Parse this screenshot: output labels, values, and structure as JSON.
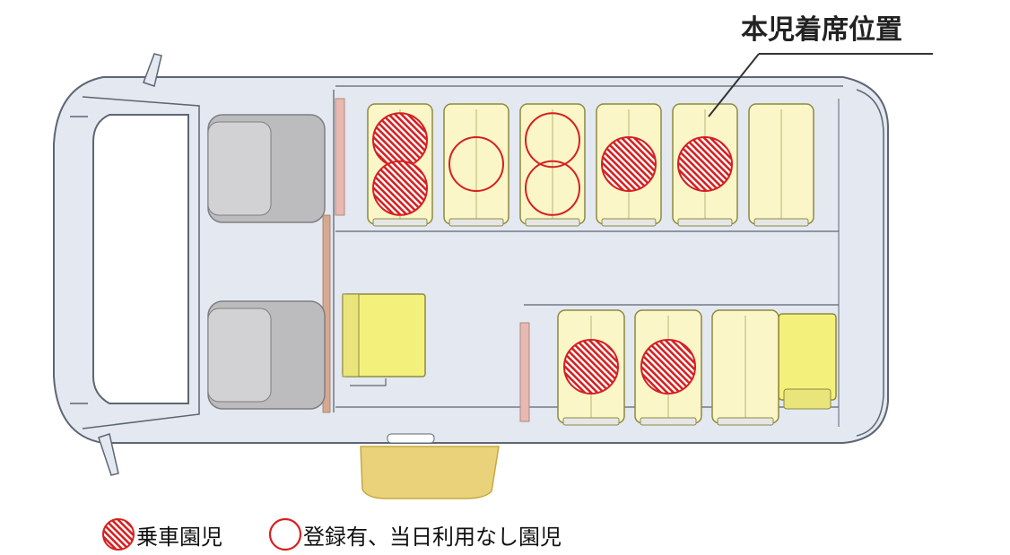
{
  "callout_label": "本児着席位置",
  "legend": [
    {
      "label": "乗車園児",
      "marker": "hatched-circle",
      "color": "#d62020"
    },
    {
      "label": "登録有、当日利用なし園児",
      "marker": "open-circle",
      "color": "#d62020"
    }
  ],
  "colors": {
    "body": "#e3e8f1",
    "outline": "#5d6672",
    "seat": "#fbf6c8",
    "seat_bright": "#f4f07c",
    "door": "#e9d27a",
    "driver_seat": "#bcbcbe",
    "partition": "#e8b9b0",
    "marker": "#d62020"
  },
  "seat_rows": {
    "rear_bench_row": [
      {
        "seat": 1,
        "markers": [
          "hatched",
          "hatched"
        ]
      },
      {
        "seat": 2,
        "markers": [
          "open"
        ]
      },
      {
        "seat": 3,
        "markers": [
          "open",
          "open"
        ]
      },
      {
        "seat": 4,
        "markers": [
          "hatched"
        ]
      },
      {
        "seat": 5,
        "markers": [
          "hatched"
        ]
      },
      {
        "seat": 6,
        "markers": []
      }
    ],
    "lower_row": [
      {
        "seat": 1,
        "markers": [
          "hatched"
        ]
      },
      {
        "seat": 2,
        "markers": [
          "hatched"
        ]
      },
      {
        "seat": 3,
        "markers": []
      }
    ]
  }
}
